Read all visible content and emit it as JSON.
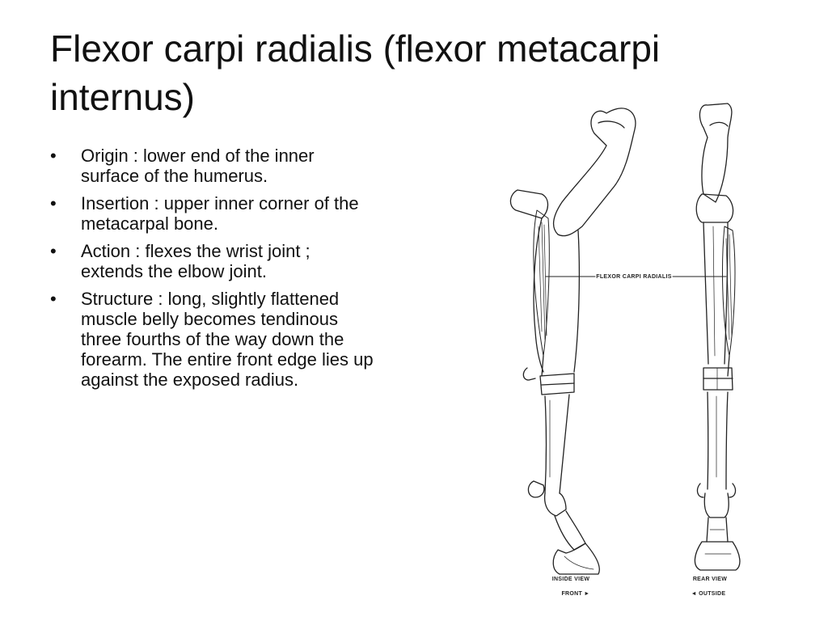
{
  "slide": {
    "title": "Flexor carpi radialis (flexor metacarpi internus)",
    "bullets": [
      "Origin : lower end of the inner surface of the humerus.",
      "Insertion : upper inner corner of the metacarpal bone.",
      "Action : flexes the wrist joint ; extends the elbow joint.",
      "Structure : long, slightly flattened muscle belly becomes tendinous three fourths of the way down the forearm. The entire front edge lies up against the exposed radius."
    ],
    "bullet_symbol": "•"
  },
  "figure": {
    "muscle_label": "FLEXOR CARPI RADIALIS",
    "left_view": {
      "view": "INSIDE VIEW",
      "direction": "FRONT ►"
    },
    "right_view": {
      "view": "REAR VIEW",
      "direction": "◄ OUTSIDE"
    }
  }
}
